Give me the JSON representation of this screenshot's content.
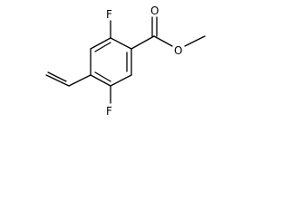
{
  "molecule": {
    "atoms": {
      "fluorine_top": "F",
      "fluorine_bottom": "F",
      "oxygen_carbonyl": "O",
      "oxygen_ester": "O"
    }
  }
}
